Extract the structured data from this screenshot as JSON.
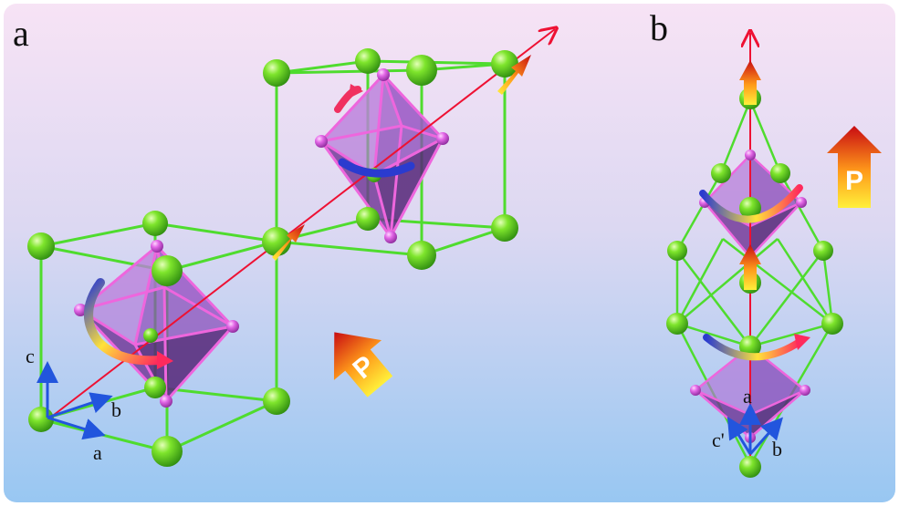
{
  "panels": [
    {
      "label": "a",
      "axes": [
        "c",
        "b",
        "a"
      ],
      "polarization": "P"
    },
    {
      "label": "b",
      "axes": [
        "a",
        "c'",
        "b"
      ],
      "polarization": "P"
    }
  ],
  "colors": {
    "atom": "#66dd22",
    "bond": "#55dd33",
    "octahedron": "#9a55bf",
    "octahedron_edge": "#ee66dd",
    "axis": "#2255dd",
    "polar_axis": "#ee1133",
    "background_top": "#f6e4f4",
    "background_bottom": "#9cc8f0"
  }
}
